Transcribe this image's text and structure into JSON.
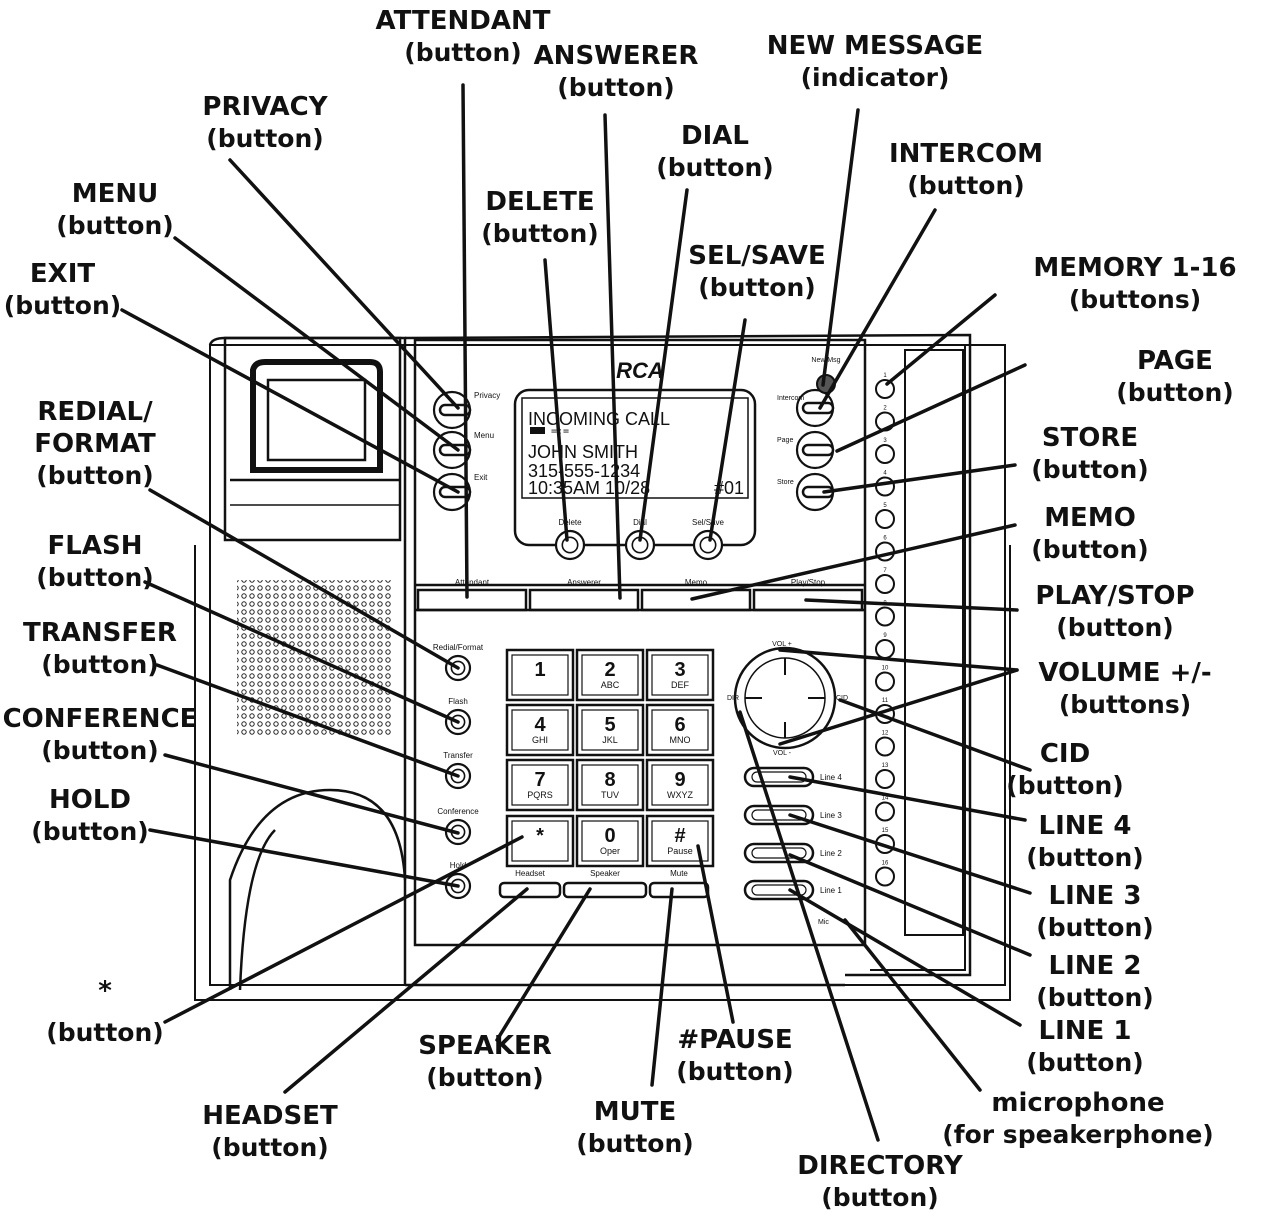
{
  "phone": {
    "brand": "RCA",
    "lcd": {
      "line1": "INCOMING CALL",
      "line2": "JOHN SMITH",
      "line3": "315-555-1234",
      "line4_time": "10:35AM 10/28",
      "line4_index": "#01"
    },
    "panel_labels": {
      "privacy": "Privacy",
      "menu": "Menu",
      "exit": "Exit",
      "new_msg": "New Msg",
      "intercom": "Intercom",
      "page": "Page",
      "store": "Store",
      "delete": "Delete",
      "dial": "Dial",
      "sel_save": "Sel/Save",
      "attendant": "Attendant",
      "answerer": "Answerer",
      "memo": "Memo",
      "play_stop": "Play/Stop",
      "redial_format": "Redial/Format",
      "flash": "Flash",
      "transfer": "Transfer",
      "conference": "Conference",
      "hold": "Hold",
      "headset": "Headset",
      "speaker": "Speaker",
      "mute": "Mute",
      "vol_plus": "VOL +",
      "vol_minus": "VOL -",
      "dir": "DIR",
      "cid": "CID",
      "line4": "Line 4",
      "line3": "Line 3",
      "line2": "Line 2",
      "line1": "Line 1",
      "mic": "Mic"
    },
    "keypad": [
      {
        "digit": "1",
        "letters": ""
      },
      {
        "digit": "2",
        "letters": "ABC"
      },
      {
        "digit": "3",
        "letters": "DEF"
      },
      {
        "digit": "4",
        "letters": "GHI"
      },
      {
        "digit": "5",
        "letters": "JKL"
      },
      {
        "digit": "6",
        "letters": "MNO"
      },
      {
        "digit": "7",
        "letters": "PQRS"
      },
      {
        "digit": "8",
        "letters": "TUV"
      },
      {
        "digit": "9",
        "letters": "WXYZ"
      },
      {
        "digit": "*",
        "letters": ""
      },
      {
        "digit": "0",
        "letters": "Oper"
      },
      {
        "digit": "#",
        "letters": "Pause"
      }
    ],
    "memory_numbers": [
      "1",
      "2",
      "3",
      "4",
      "5",
      "6",
      "7",
      "8",
      "9",
      "10",
      "11",
      "12",
      "13",
      "14",
      "15",
      "16"
    ]
  },
  "callouts": {
    "attendant": {
      "title": "ATTENDANT",
      "sub": "(button)"
    },
    "answerer": {
      "title": "ANSWERER",
      "sub": "(button)"
    },
    "new_message": {
      "title": "NEW MESSAGE",
      "sub": "(indicator)"
    },
    "privacy": {
      "title": "PRIVACY",
      "sub": "(button)"
    },
    "dial": {
      "title": "DIAL",
      "sub": "(button)"
    },
    "intercom": {
      "title": "INTERCOM",
      "sub": "(button)"
    },
    "menu": {
      "title": "MENU",
      "sub": "(button)"
    },
    "delete": {
      "title": "DELETE",
      "sub": "(button)"
    },
    "sel_save": {
      "title": "SEL/SAVE",
      "sub": "(button)"
    },
    "memory": {
      "title": "MEMORY 1-16",
      "sub": "(buttons)"
    },
    "exit": {
      "title": "EXIT",
      "sub": "(button)"
    },
    "page": {
      "title": "PAGE",
      "sub": "(button)"
    },
    "redial_format": {
      "title": "REDIAL/",
      "title2": "FORMAT",
      "sub": "(button)"
    },
    "store": {
      "title": "STORE",
      "sub": "(button)"
    },
    "memo": {
      "title": "MEMO",
      "sub": "(button)"
    },
    "flash": {
      "title": "FLASH",
      "sub": "(button)"
    },
    "play_stop": {
      "title": "PLAY/STOP",
      "sub": "(button)"
    },
    "transfer": {
      "title": "TRANSFER",
      "sub": "(button)"
    },
    "volume": {
      "title": "VOLUME +/-",
      "sub": "(buttons)"
    },
    "conference": {
      "title": "CONFERENCE",
      "sub": "(button)"
    },
    "cid": {
      "title": "CID",
      "sub": "(button)"
    },
    "hold": {
      "title": "HOLD",
      "sub": "(button)"
    },
    "line4": {
      "title": "LINE 4",
      "sub": "(button)"
    },
    "line3": {
      "title": "LINE 3",
      "sub": "(button)"
    },
    "line2": {
      "title": "LINE 2",
      "sub": "(button)"
    },
    "star": {
      "title": "*",
      "sub": "(button)"
    },
    "line1": {
      "title": "LINE 1",
      "sub": "(button)"
    },
    "speaker": {
      "title": "SPEAKER",
      "sub": "(button)"
    },
    "pause": {
      "title": "#PAUSE",
      "sub": "(button)"
    },
    "microphone": {
      "title": "microphone",
      "sub": "(for speakerphone)"
    },
    "headset": {
      "title": "HEADSET",
      "sub": "(button)"
    },
    "mute": {
      "title": "MUTE",
      "sub": "(button)"
    },
    "directory": {
      "title": "DIRECTORY",
      "sub": "(button)"
    }
  }
}
